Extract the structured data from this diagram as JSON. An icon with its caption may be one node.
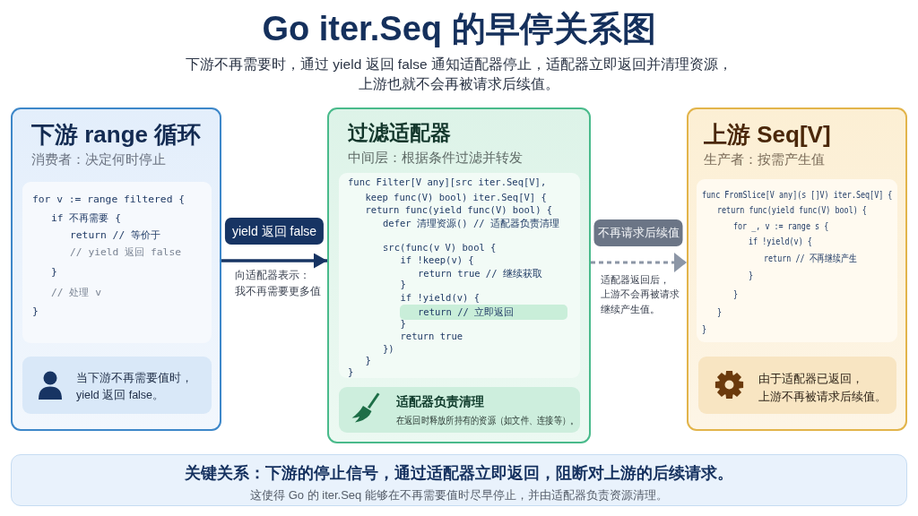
{
  "diagram": {
    "title": "Go iter.Seq 的早停关系图",
    "nodes": [
      {
        "text": [
          "下游 range 循环",
          "消费者：决定何时停止"
        ]
      },
      {
        "text": [
          "for v := range filtered {",
          "if 不再需要 {",
          "return // 等价于",
          "// yield 返回 false",
          "}",
          "// 处理 v",
          "}"
        ],
        "in": 0
      },
      {
        "text": [
          "当下游不再需要值时，yield 返回 false。"
        ],
        "in": 0
      },
      {
        "text": [
          "过滤适配器",
          "中间层：根据条件过滤并转发"
        ]
      },
      {
        "text": [
          "func Filter[V any][src iter.Seq[V],",
          "keep func(V) bool) iter.Seq[V] {",
          "return func(yield func(V) bool) {",
          "defer 清理资源() // 适配器负责清理",
          "src(func(v V) bool {",
          "if !keep(v) {",
          "return true // 继续获取",
          "}",
          "if !yield(v) {",
          "return // 立即返回",
          "}",
          "return true",
          "})",
          "}",
          "}"
        ],
        "in": 3
      },
      {
        "text": [
          "适配器负责清理",
          "在返回时释放所持有的资源（如文件、连接等）。"
        ],
        "in": 3
      },
      {
        "text": [
          "上游 Seq[V]",
          "生产者：按需产生值"
        ]
      },
      {
        "text": [
          "func FromSlice[V any](s []V) iter.Seq[V] {",
          "return func(yield func(V) bool) {",
          "for _, v := range s {",
          "if !yield(v) {",
          "return // 不再继续产生",
          "}",
          "}",
          "}",
          "}"
        ],
        "in": 6
      },
      {
        "text": [
          "由于适配器已返回，上游不再被请求后续值。"
        ],
        "in": 6
      },
      {
        "text": [
          "关键关系：下游的停止信号，通过适配器立即返回，阻断对上游的后续请求。",
          "这使得 Go 的 iter.Seq 能够在不再需要值时尽早停止，并由适配器负责资源清理。"
        ]
      }
    ],
    "edges": [
      {
        "from": 0,
        "to": 3,
        "arrow": "to",
        "label": "yield 返回 false"
      },
      {
        "from": 3,
        "to": 6,
        "arrow": "to",
        "label": "不再请求后续值",
        "style": "dashed",
        "color": "#8c96a6"
      }
    ],
    "labels": [
      "下游不再需要时，通过 yield 返回 false 通知适配器停止，适配器立即返回并清理资源，上游也就不会再被请求后续值。",
      "向适配器表示：我不再需要更多值",
      "适配器返回后，上游不会再被请求继续产生值。"
    ]
  }
}
